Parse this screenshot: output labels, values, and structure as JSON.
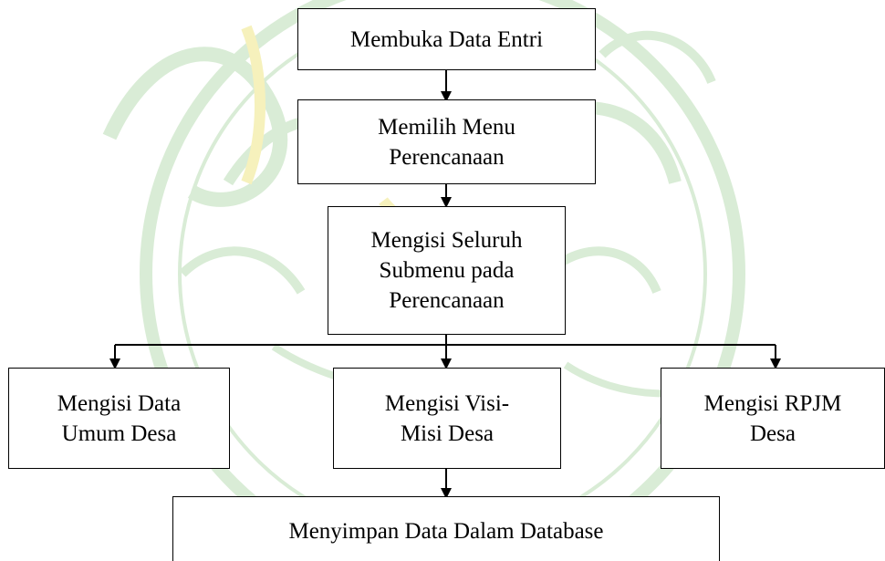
{
  "colors": {
    "line": "#000000",
    "box_fill": "#ffffff",
    "watermark_green": "#d9ecd6",
    "watermark_yellow": "#f6f1bc"
  },
  "nodes": {
    "step1": {
      "label": "Membuka Data Entri"
    },
    "step2": {
      "label": "Memilih Menu\nPerencanaan"
    },
    "step3": {
      "label": "Mengisi Seluruh\nSubmenu pada\nPerencanaan"
    },
    "branch_left": {
      "label": "Mengisi Data\nUmum Desa"
    },
    "branch_center": {
      "label": "Mengisi Visi-\nMisi Desa"
    },
    "branch_right": {
      "label": "Mengisi RPJM\nDesa"
    },
    "step_final": {
      "label": "Menyimpan Data Dalam Database"
    }
  },
  "edges": [
    {
      "from": "step1",
      "to": "step2"
    },
    {
      "from": "step2",
      "to": "step3"
    },
    {
      "from": "step3",
      "to": "branch_left"
    },
    {
      "from": "step3",
      "to": "branch_center"
    },
    {
      "from": "step3",
      "to": "branch_right"
    },
    {
      "from": "branch_center",
      "to": "step_final"
    }
  ]
}
